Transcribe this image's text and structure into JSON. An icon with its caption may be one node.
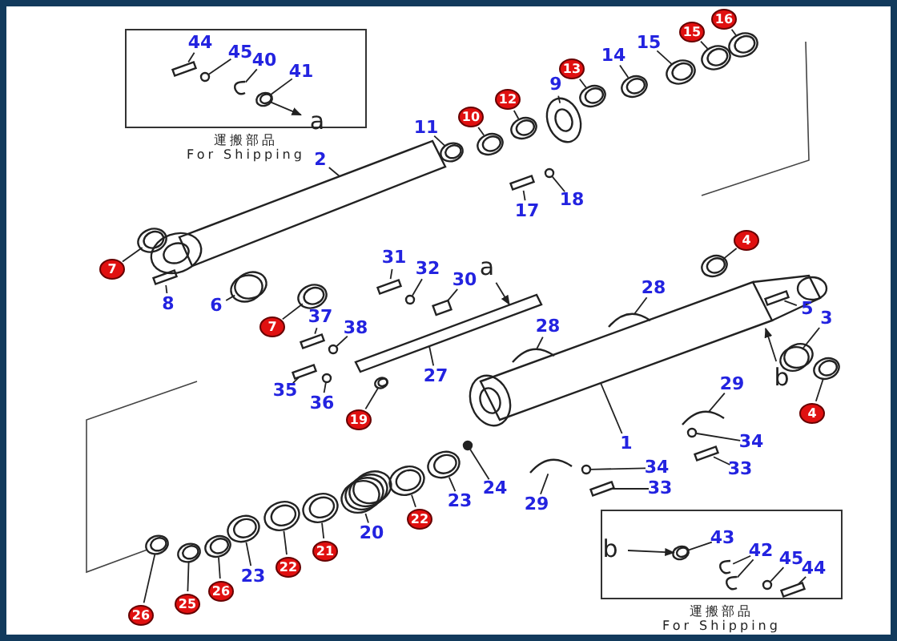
{
  "diagram": {
    "nodes": [
      {
        "text": [
          "運搬部品",
          "For Shipping"
        ]
      },
      {
        "text": [
          "44"
        ],
        "in": 0
      },
      {
        "text": [
          "45"
        ],
        "in": 0
      },
      {
        "text": [
          "40"
        ],
        "in": 0
      },
      {
        "text": [
          "41"
        ],
        "in": 0
      },
      {
        "text": [
          "a"
        ],
        "in": 0
      },
      {
        "text": [
          "7"
        ]
      },
      {
        "text": [
          "2"
        ]
      },
      {
        "text": [
          "11"
        ]
      },
      {
        "text": [
          "10"
        ]
      },
      {
        "text": [
          "12"
        ]
      },
      {
        "text": [
          "9"
        ]
      },
      {
        "text": [
          "13"
        ]
      },
      {
        "text": [
          "14"
        ]
      },
      {
        "text": [
          "15"
        ]
      },
      {
        "text": [
          "15"
        ]
      },
      {
        "text": [
          "16"
        ]
      },
      {
        "text": [
          "17"
        ]
      },
      {
        "text": [
          "18"
        ]
      },
      {
        "text": [
          "8"
        ]
      },
      {
        "text": [
          "6"
        ]
      },
      {
        "text": [
          "31"
        ]
      },
      {
        "text": [
          "32"
        ]
      },
      {
        "text": [
          "30"
        ]
      },
      {
        "text": [
          "a"
        ]
      },
      {
        "text": [
          "7"
        ]
      },
      {
        "text": [
          "37"
        ]
      },
      {
        "text": [
          "38"
        ]
      },
      {
        "text": [
          "28"
        ]
      },
      {
        "text": [
          "4"
        ]
      },
      {
        "text": [
          "5"
        ]
      },
      {
        "text": [
          "3"
        ]
      },
      {
        "text": [
          "28"
        ]
      },
      {
        "text": [
          "27"
        ]
      },
      {
        "text": [
          "35"
        ]
      },
      {
        "text": [
          "36"
        ]
      },
      {
        "text": [
          "b"
        ]
      },
      {
        "text": [
          "29"
        ]
      },
      {
        "text": [
          "1"
        ]
      },
      {
        "text": [
          "4"
        ]
      },
      {
        "text": [
          "19"
        ]
      },
      {
        "text": [
          "34"
        ]
      },
      {
        "text": [
          "33"
        ]
      },
      {
        "text": [
          "34"
        ]
      },
      {
        "text": [
          "24"
        ]
      },
      {
        "text": [
          "33"
        ]
      },
      {
        "text": [
          "23"
        ]
      },
      {
        "text": [
          "29"
        ]
      },
      {
        "text": [
          "22"
        ]
      },
      {
        "text": [
          "20"
        ]
      },
      {
        "text": [
          "21"
        ]
      },
      {
        "text": [
          "22"
        ]
      },
      {
        "text": [
          "23"
        ]
      },
      {
        "text": [
          "26"
        ]
      },
      {
        "text": [
          "25"
        ]
      },
      {
        "text": [
          "26"
        ]
      },
      {
        "text": [
          "運搬部品",
          "For Shipping"
        ]
      },
      {
        "text": [
          "b"
        ],
        "in": 56
      },
      {
        "text": [
          "43"
        ],
        "in": 56
      },
      {
        "text": [
          "42"
        ],
        "in": 56
      },
      {
        "text": [
          "45"
        ],
        "in": 56
      },
      {
        "text": [
          "44"
        ],
        "in": 56
      },
      {
        "text": [],
        "shape": "bolt",
        "in": 0
      },
      {
        "text": [],
        "shape": "washer",
        "in": 0
      },
      {
        "text": [],
        "shape": "clip",
        "in": 0
      },
      {
        "text": [],
        "shape": "ring",
        "in": 0
      },
      {
        "text": [],
        "shape": "ring"
      },
      {
        "text": [],
        "shape": "bar"
      },
      {
        "text": [],
        "shape": "ring"
      },
      {
        "text": [],
        "shape": "ring"
      },
      {
        "text": [],
        "shape": "ring"
      },
      {
        "text": [],
        "shape": "disc"
      },
      {
        "text": [],
        "shape": "ring"
      },
      {
        "text": [],
        "shape": "ring"
      },
      {
        "text": [],
        "shape": "ring"
      },
      {
        "text": [],
        "shape": "ring"
      },
      {
        "text": [],
        "shape": "ring"
      },
      {
        "text": [],
        "shape": "bolt"
      },
      {
        "text": [],
        "shape": "washer"
      },
      {
        "text": [],
        "shape": "bolt"
      },
      {
        "text": [],
        "shape": "bushing"
      },
      {
        "text": [],
        "shape": "bolt"
      },
      {
        "text": [],
        "shape": "washer"
      },
      {
        "text": [],
        "shape": "block"
      },
      {
        "text": [],
        "shape": "ring"
      },
      {
        "text": [],
        "shape": "bolt"
      },
      {
        "text": [],
        "shape": "washer"
      },
      {
        "text": [],
        "shape": "clamp"
      },
      {
        "text": [],
        "shape": "ring"
      },
      {
        "text": [],
        "shape": "bolt"
      },
      {
        "text": [],
        "shape": "bushing"
      },
      {
        "text": [],
        "shape": "clamp"
      },
      {
        "text": [],
        "shape": "bar"
      },
      {
        "text": [],
        "shape": "bolt"
      },
      {
        "text": [],
        "shape": "washer"
      },
      {
        "text": [],
        "shape": "clamp"
      },
      {
        "text": [],
        "shape": "cylinder"
      },
      {
        "text": [],
        "shape": "ring"
      },
      {
        "text": [],
        "shape": "ring"
      },
      {
        "text": [],
        "shape": "washer"
      },
      {
        "text": [],
        "shape": "bolt"
      },
      {
        "text": [],
        "shape": "washer"
      },
      {
        "text": [],
        "shape": "ball"
      },
      {
        "text": [],
        "shape": "bolt"
      },
      {
        "text": [],
        "shape": "ring"
      },
      {
        "text": [],
        "shape": "clamp"
      },
      {
        "text": [],
        "shape": "ring"
      },
      {
        "text": [],
        "shape": "piston"
      },
      {
        "text": [],
        "shape": "ring"
      },
      {
        "text": [],
        "shape": "ring"
      },
      {
        "text": [],
        "shape": "ring"
      },
      {
        "text": [],
        "shape": "ring"
      },
      {
        "text": [],
        "shape": "ring"
      },
      {
        "text": [],
        "shape": "ring"
      },
      {
        "text": [],
        "shape": "ring",
        "in": 56
      },
      {
        "text": [],
        "shape": "clip",
        "in": 56
      },
      {
        "text": [],
        "shape": "clip",
        "in": 56
      },
      {
        "text": [],
        "shape": "washer",
        "in": 56
      },
      {
        "text": [],
        "shape": "bolt",
        "in": 56
      }
    ],
    "edges": [
      {
        "from": 1,
        "to": 62,
        "arrow": "none"
      },
      {
        "from": 2,
        "to": 63,
        "arrow": "none"
      },
      {
        "from": 3,
        "to": 64,
        "arrow": "none"
      },
      {
        "from": 4,
        "to": 65,
        "arrow": "none"
      },
      {
        "from": 65,
        "to": 5,
        "arrow": "to"
      },
      {
        "from": 6,
        "to": 66,
        "arrow": "none"
      },
      {
        "from": 7,
        "to": 67,
        "arrow": "none"
      },
      {
        "from": 8,
        "to": 68,
        "arrow": "none"
      },
      {
        "from": 9,
        "to": 69,
        "arrow": "none"
      },
      {
        "from": 10,
        "to": 70,
        "arrow": "none"
      },
      {
        "from": 11,
        "to": 71,
        "arrow": "none"
      },
      {
        "from": 12,
        "to": 72,
        "arrow": "none"
      },
      {
        "from": 13,
        "to": 73,
        "arrow": "none"
      },
      {
        "from": 14,
        "to": 74,
        "arrow": "none"
      },
      {
        "from": 15,
        "to": 75,
        "arrow": "none"
      },
      {
        "from": 16,
        "to": 76,
        "arrow": "none"
      },
      {
        "from": 17,
        "to": 77,
        "arrow": "none"
      },
      {
        "from": 18,
        "to": 78,
        "arrow": "none"
      },
      {
        "from": 19,
        "to": 79,
        "arrow": "none"
      },
      {
        "from": 20,
        "to": 80,
        "arrow": "none"
      },
      {
        "from": 21,
        "to": 81,
        "arrow": "none"
      },
      {
        "from": 22,
        "to": 82,
        "arrow": "none"
      },
      {
        "from": 23,
        "to": 83,
        "arrow": "none"
      },
      {
        "from": 24,
        "to": 92,
        "arrow": "to"
      },
      {
        "from": 25,
        "to": 84,
        "arrow": "none"
      },
      {
        "from": 26,
        "to": 85,
        "arrow": "none"
      },
      {
        "from": 27,
        "to": 86,
        "arrow": "none"
      },
      {
        "from": 28,
        "to": 87,
        "arrow": "none"
      },
      {
        "from": 29,
        "to": 88,
        "arrow": "none"
      },
      {
        "from": 30,
        "to": 89,
        "arrow": "none"
      },
      {
        "from": 31,
        "to": 90,
        "arrow": "none"
      },
      {
        "from": 32,
        "to": 91,
        "arrow": "none"
      },
      {
        "from": 33,
        "to": 92,
        "arrow": "none"
      },
      {
        "from": 34,
        "to": 93,
        "arrow": "none"
      },
      {
        "from": 35,
        "to": 94,
        "arrow": "none"
      },
      {
        "from": 36,
        "to": 96,
        "arrow": "to"
      },
      {
        "from": 37,
        "to": 95,
        "arrow": "none"
      },
      {
        "from": 38,
        "to": 96,
        "arrow": "none"
      },
      {
        "from": 39,
        "to": 97,
        "arrow": "none"
      },
      {
        "from": 40,
        "to": 98,
        "arrow": "none"
      },
      {
        "from": 41,
        "to": 99,
        "arrow": "none"
      },
      {
        "from": 42,
        "to": 100,
        "arrow": "none"
      },
      {
        "from": 43,
        "to": 101,
        "arrow": "none"
      },
      {
        "from": 44,
        "to": 102,
        "arrow": "none"
      },
      {
        "from": 45,
        "to": 103,
        "arrow": "none"
      },
      {
        "from": 46,
        "to": 104,
        "arrow": "none"
      },
      {
        "from": 47,
        "to": 105,
        "arrow": "none"
      },
      {
        "from": 48,
        "to": 106,
        "arrow": "none"
      },
      {
        "from": 49,
        "to": 107,
        "arrow": "none"
      },
      {
        "from": 50,
        "to": 108,
        "arrow": "none"
      },
      {
        "from": 51,
        "to": 109,
        "arrow": "none"
      },
      {
        "from": 52,
        "to": 110,
        "arrow": "none"
      },
      {
        "from": 53,
        "to": 111,
        "arrow": "none"
      },
      {
        "from": 54,
        "to": 112,
        "arrow": "none"
      },
      {
        "from": 55,
        "to": 113,
        "arrow": "none"
      },
      {
        "from": 57,
        "to": 114,
        "arrow": "to"
      },
      {
        "from": 58,
        "to": 114,
        "arrow": "none"
      },
      {
        "from": 59,
        "to": 115,
        "arrow": "none"
      },
      {
        "from": 59,
        "to": 116,
        "arrow": "none"
      },
      {
        "from": 60,
        "to": 117,
        "arrow": "none"
      },
      {
        "from": 61,
        "to": 118,
        "arrow": "none"
      }
    ]
  }
}
